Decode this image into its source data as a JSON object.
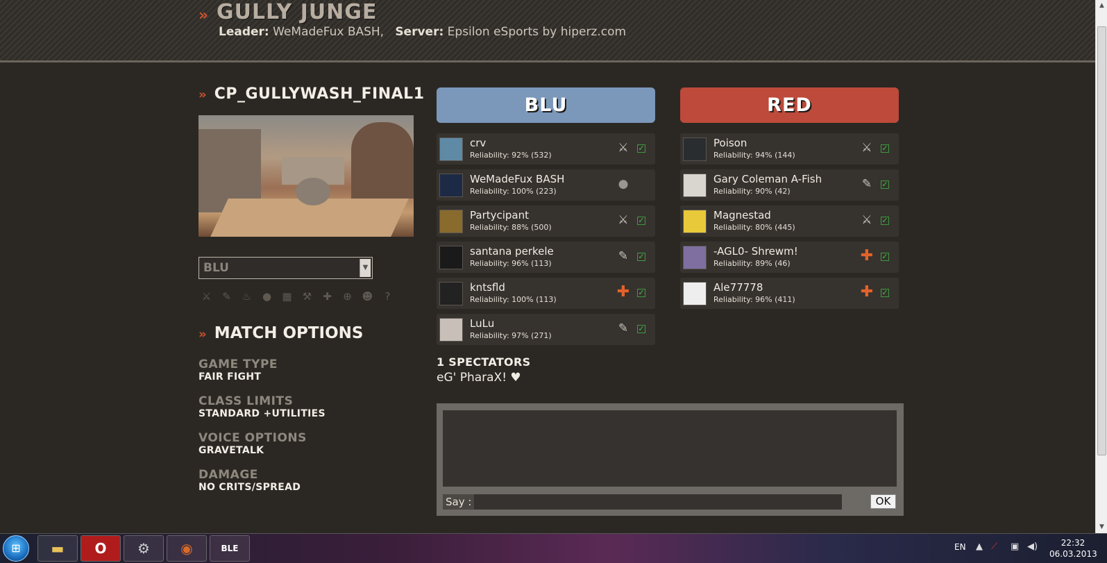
{
  "header": {
    "title": "GULLY JUNGE",
    "leader_label": "Leader:",
    "leader": "WeMadeFux BASH,",
    "server_label": "Server:",
    "server": "Epsilon eSports by hiperz.com"
  },
  "map": {
    "name": "CP_GULLYWASH_FINAL1"
  },
  "team_select": {
    "value": "BLU"
  },
  "class_icons": [
    "scout-icon",
    "soldier-icon",
    "pyro-icon",
    "demoman-icon",
    "heavy-icon",
    "engineer-icon",
    "medic-icon",
    "sniper-icon",
    "spy-icon",
    "random-icon"
  ],
  "match_options": {
    "title": "MATCH OPTIONS",
    "items": [
      {
        "label": "GAME TYPE",
        "value": "FAIR FIGHT"
      },
      {
        "label": "CLASS LIMITS",
        "value": "STANDARD +UTILITIES"
      },
      {
        "label": "VOICE OPTIONS",
        "value": "GRAVETALK"
      },
      {
        "label": "DAMAGE",
        "value": "NO CRITS/SPREAD"
      }
    ]
  },
  "teams": {
    "blu": {
      "label": "BLU",
      "color": "#7b98bb",
      "players": [
        {
          "name": "crv",
          "reliability": "Reliability: 92% (532)",
          "class": "scout",
          "ready": true
        },
        {
          "name": "WeMadeFux BASH",
          "reliability": "Reliability: 100% (223)",
          "class": "demoman",
          "ready": false
        },
        {
          "name": "Partycipant",
          "reliability": "Reliability: 88% (500)",
          "class": "scout",
          "ready": true
        },
        {
          "name": "santana perkele",
          "reliability": "Reliability: 96% (113)",
          "class": "soldier",
          "ready": true
        },
        {
          "name": "kntsfld",
          "reliability": "Reliability: 100% (113)",
          "class": "medic",
          "ready": true
        },
        {
          "name": "LuLu",
          "reliability": "Reliability: 97% (271)",
          "class": "soldier",
          "ready": true
        }
      ]
    },
    "red": {
      "label": "RED",
      "color": "#bd4a3a",
      "players": [
        {
          "name": "Poison",
          "reliability": "Reliability: 94% (144)",
          "class": "scout",
          "ready": true
        },
        {
          "name": "Gary Coleman A-Fish",
          "reliability": "Reliability: 90% (42)",
          "class": "soldier",
          "ready": true
        },
        {
          "name": "Magnestad",
          "reliability": "Reliability: 80% (445)",
          "class": "scout",
          "ready": true
        },
        {
          "name": "-AGL0- Shrewm!",
          "reliability": "Reliability: 89% (46)",
          "class": "medic",
          "ready": true
        },
        {
          "name": "Ale77778",
          "reliability": "Reliability: 96% (411)",
          "class": "medic",
          "ready": true
        }
      ]
    }
  },
  "spectators": {
    "heading": "1 SPECTATORS",
    "names": [
      "eG' PharaX! ♥"
    ]
  },
  "chat": {
    "say_label": "Say :",
    "input_value": "",
    "ok_label": "OK"
  },
  "taskbar": {
    "apps": [
      "windows-explorer",
      "opera",
      "steam",
      "team-fortress-2",
      "ble"
    ],
    "lang": "EN",
    "time": "22:32",
    "date": "06.03.2013"
  },
  "colors": {
    "accent": "#c9532f",
    "background": "#2b2824",
    "ready_check": "#3fc03f"
  }
}
